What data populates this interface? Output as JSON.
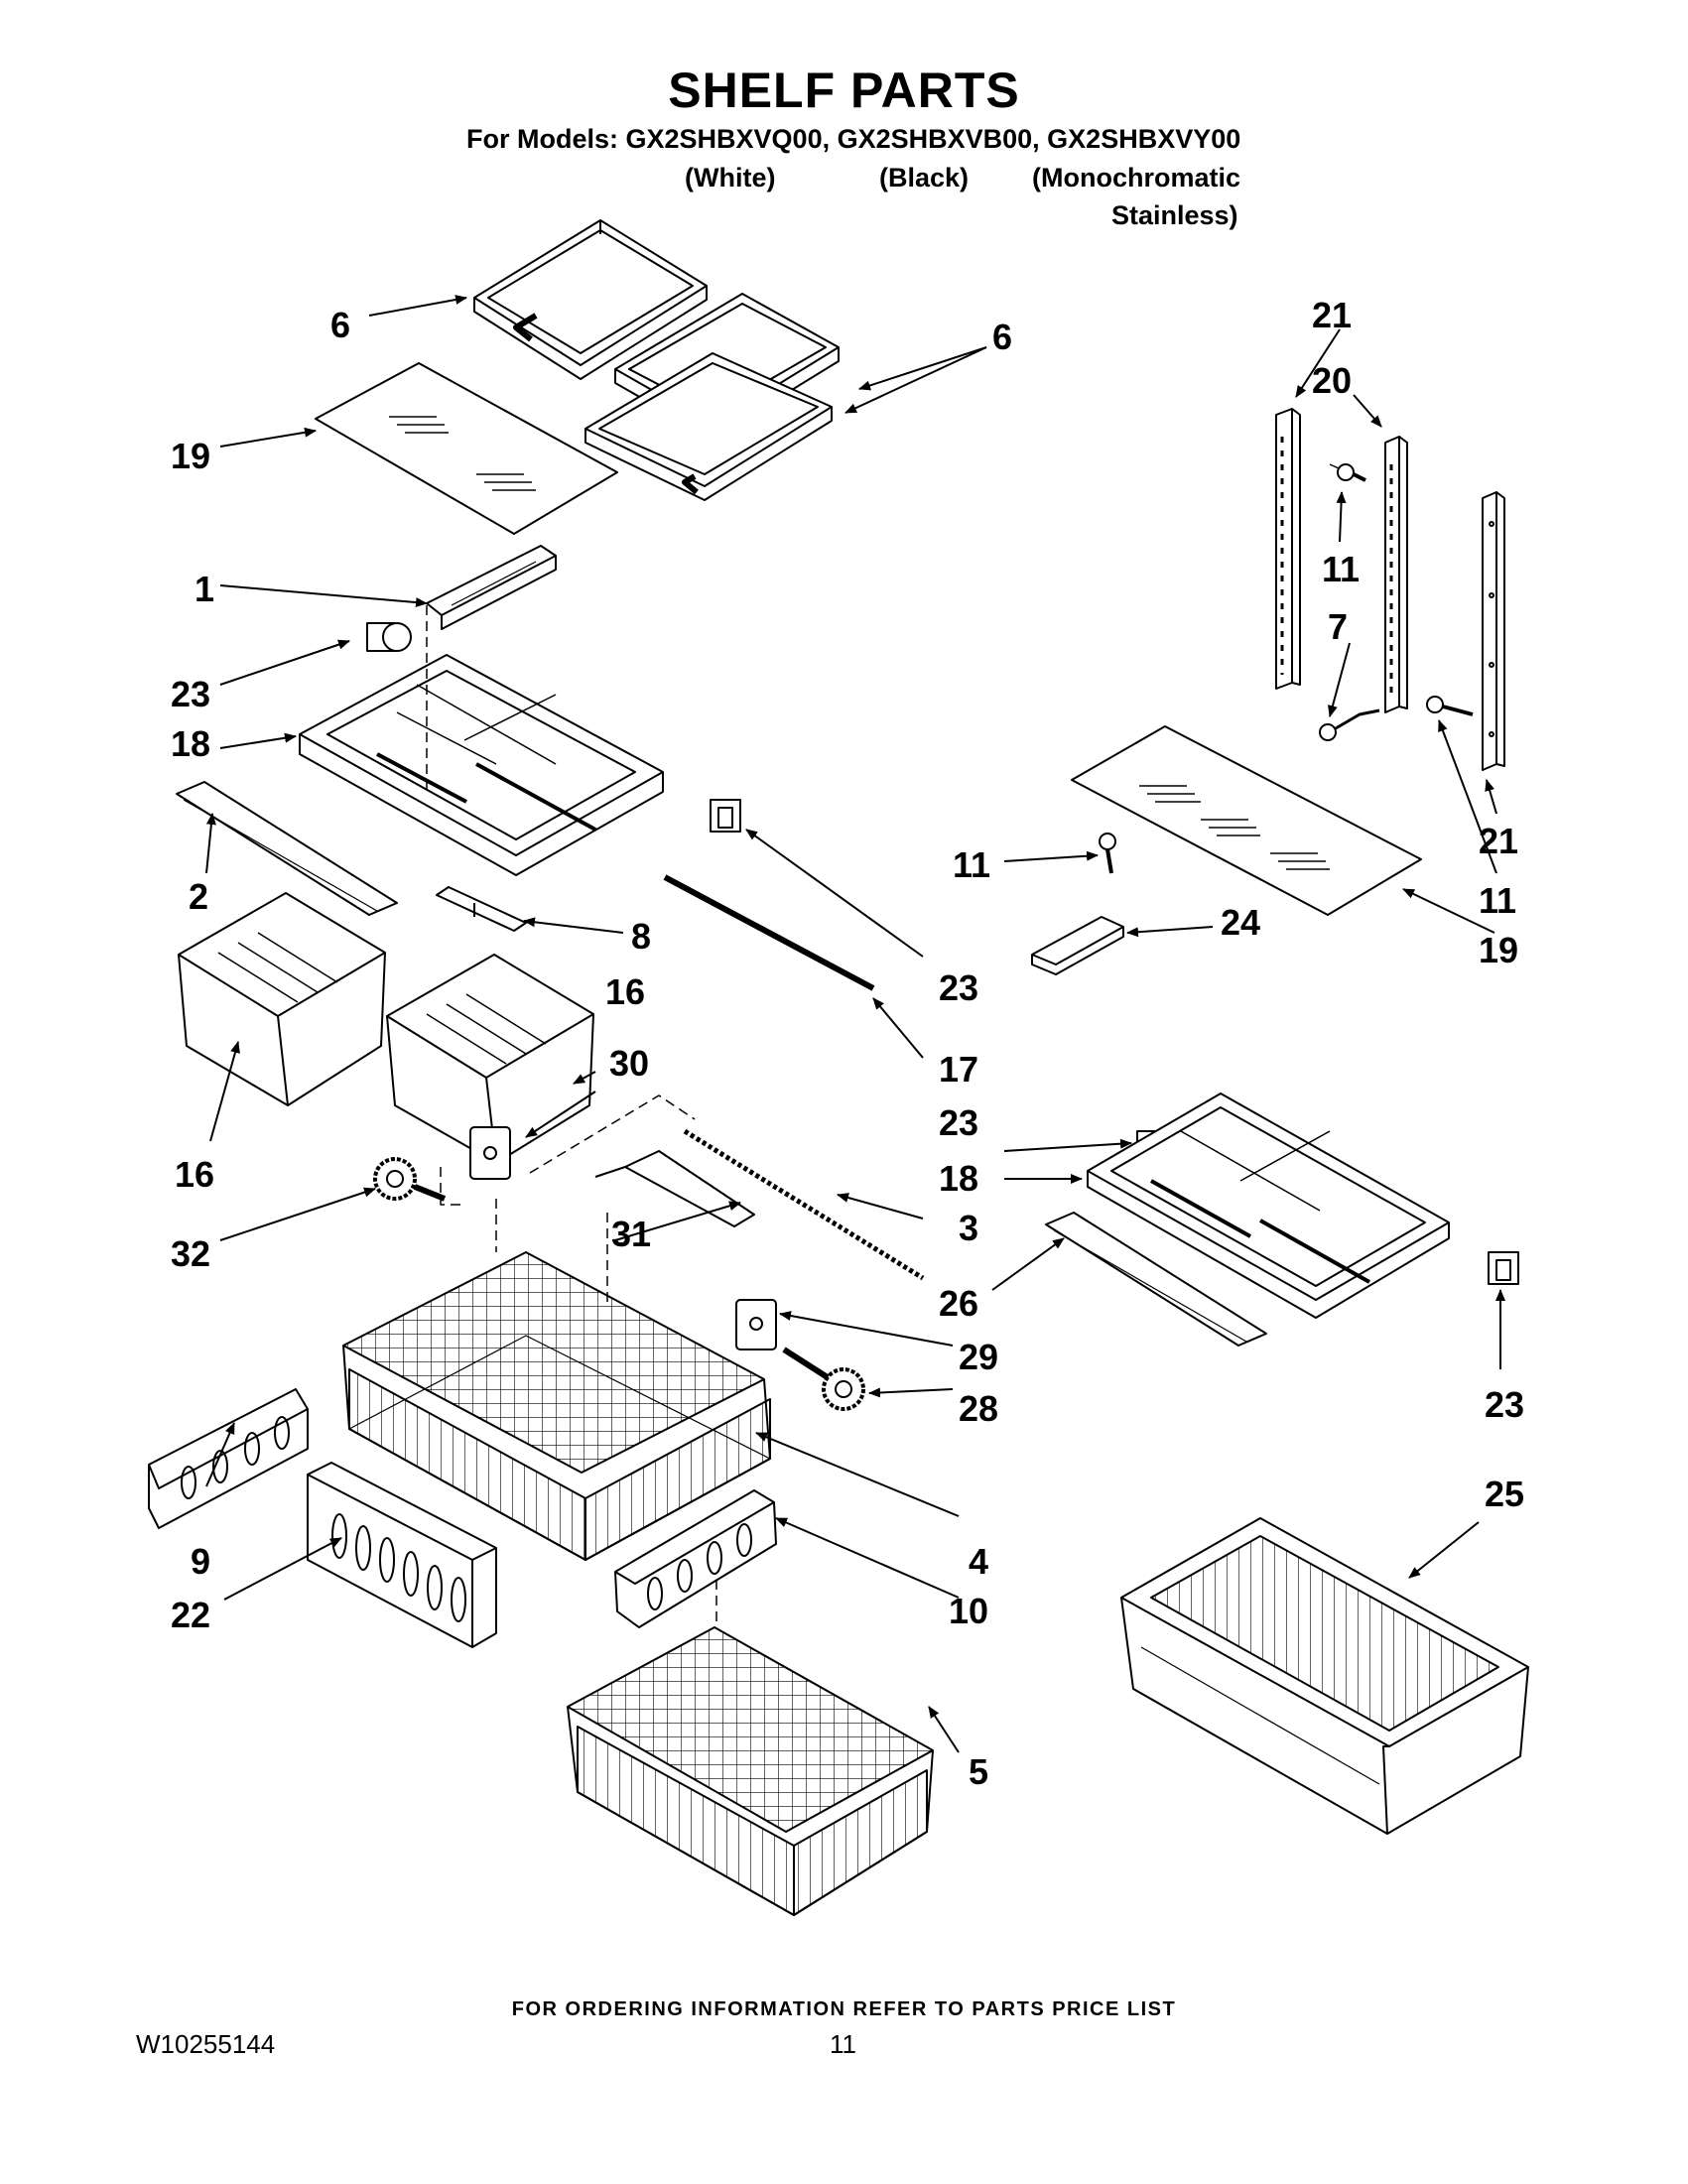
{
  "header": {
    "title": "SHELF PARTS",
    "models_line": "For Models: GX2SHBXVQ00, GX2SHBXVB00, GX2SHBXVY00",
    "variants": [
      "(White)",
      "(Black)",
      "(Monochromatic",
      "Stainless)"
    ]
  },
  "callouts": [
    "6",
    "6",
    "19",
    "1",
    "23",
    "18",
    "2",
    "8",
    "16",
    "16",
    "30",
    "32",
    "31",
    "22",
    "9",
    "4",
    "10",
    "5",
    "21",
    "20",
    "11",
    "7",
    "11",
    "21",
    "11",
    "19",
    "24",
    "23",
    "17",
    "23",
    "18",
    "3",
    "26",
    "29",
    "28",
    "23",
    "25"
  ],
  "footer": {
    "ordering_note": "FOR ORDERING INFORMATION REFER TO PARTS PRICE LIST",
    "document_number": "W10255144",
    "page_number": "11"
  }
}
